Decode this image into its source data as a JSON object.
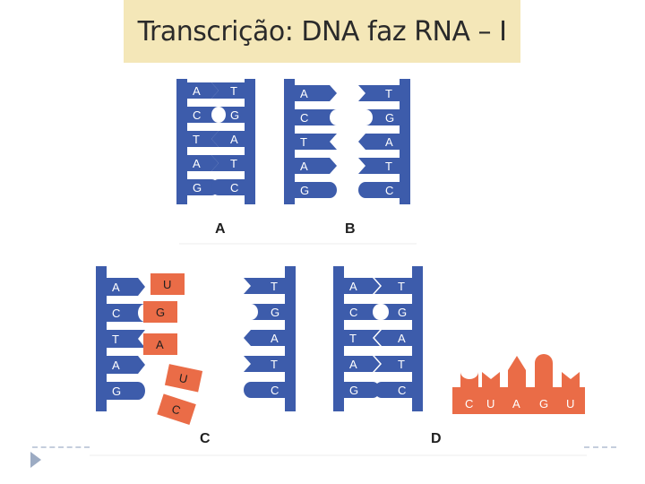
{
  "title": "Transcrição: DNA faz RNA – I",
  "colors": {
    "dna": "#3d5cab",
    "rna": "#ea6c47",
    "base_text": "#ffffff",
    "title_bg": "#f4e7b8"
  },
  "panels": {
    "A": {
      "label": "A",
      "left": [
        "A",
        "C",
        "T",
        "A",
        "G"
      ],
      "right": [
        "T",
        "G",
        "A",
        "T",
        "C"
      ]
    },
    "B": {
      "label": "B",
      "left": [
        "A",
        "C",
        "T",
        "A",
        "G"
      ],
      "right": [
        "T",
        "G",
        "A",
        "T",
        "C"
      ]
    },
    "C": {
      "label": "C",
      "left": [
        "A",
        "C",
        "T",
        "A",
        "G"
      ],
      "rna": [
        "U",
        "G",
        "A",
        "U",
        "C"
      ],
      "right": [
        "T",
        "G",
        "A",
        "T",
        "C"
      ]
    },
    "C2": {
      "left": [
        "A",
        "C",
        "T",
        "A",
        "G"
      ],
      "right": [
        "T",
        "G",
        "A",
        "T",
        "C"
      ]
    },
    "D": {
      "label": "D",
      "rna": [
        "C",
        "U",
        "A",
        "G",
        "U"
      ]
    }
  }
}
